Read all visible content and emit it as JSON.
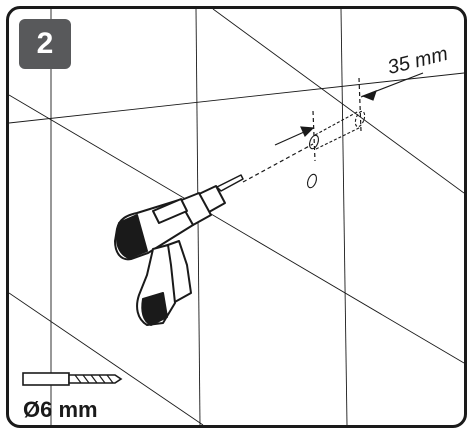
{
  "step": {
    "number": "2"
  },
  "dimension": {
    "depth_label": "35 mm"
  },
  "drill_bit": {
    "size_label": "Ø6 mm"
  },
  "colors": {
    "line": "#1a1a1a",
    "badge": "#58595b",
    "background": "#ffffff"
  },
  "icons": {
    "drill": "drill-icon",
    "drill_bit": "drill-bit-icon"
  }
}
